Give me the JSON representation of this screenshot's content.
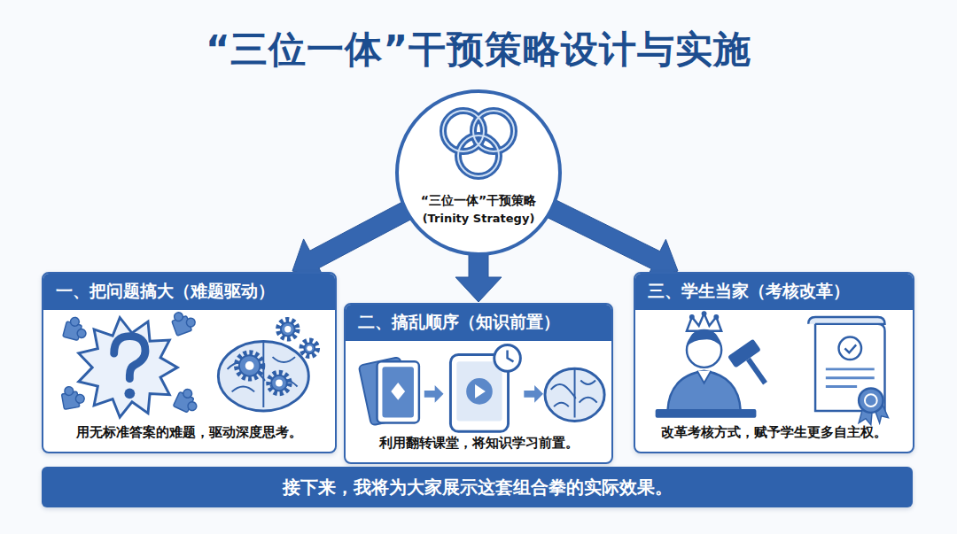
{
  "diagram": {
    "title": "“三位一体”干预策略设计与实施",
    "nodes": [
      {
        "text": [
          "“三位一体”干预策略",
          "(Trinity Strategy)"
        ]
      },
      {
        "text": [
          "一、把问题搞大（难题驱动）",
          "用无标准答案的难题，驱动深度思考。"
        ]
      },
      {
        "text": [
          "二、搞乱顺序（知识前置）",
          "利用翻转课堂，将知识学习前置。"
        ]
      },
      {
        "text": [
          "三、学生当家（考核改革）",
          "改革考核方式，赋予学生更多自主权。"
        ]
      },
      {
        "text": [
          "接下来，我将为大家展示这套组合拳的实际效果。"
        ]
      }
    ],
    "edges": [
      {
        "from": 0,
        "to": 1,
        "arrow": "to"
      },
      {
        "from": 0,
        "to": 2,
        "arrow": "to"
      },
      {
        "from": 0,
        "to": 3,
        "arrow": "to"
      }
    ]
  }
}
